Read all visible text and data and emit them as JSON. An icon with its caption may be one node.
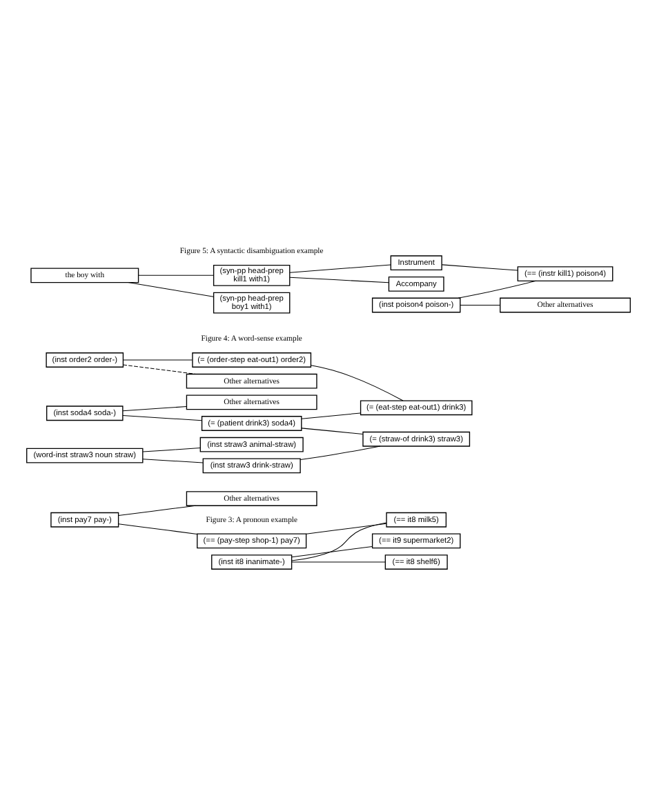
{
  "diagram": {
    "nodes": [
      {
        "text": [
          "(inst pay7 pay-)"
        ]
      },
      {
        "text": [
          "Other alternatives"
        ]
      },
      {
        "text": [
          "(== (pay-step shop-1) pay7)"
        ]
      },
      {
        "text": [
          "(== it8 milk5)"
        ]
      },
      {
        "text": [
          "(inst it8 inanimate-)"
        ]
      },
      {
        "text": [
          "(== it8 shelf6)"
        ]
      },
      {
        "text": [
          "(== it9 supermarket2)"
        ]
      },
      {
        "text": [
          "(inst order2 order-)"
        ]
      },
      {
        "text": [
          "Other alternatives"
        ]
      },
      {
        "text": [
          "(= (order-step eat-out1) order2)"
        ]
      },
      {
        "text": [
          "(= (eat-step eat-out1) drink3)"
        ]
      },
      {
        "text": [
          "(inst soda4 soda-)"
        ]
      },
      {
        "text": [
          "(= (patient drink3) soda4)"
        ]
      },
      {
        "text": [
          "Other alternatives"
        ]
      },
      {
        "text": [
          "(word-inst straw3 noun straw)"
        ]
      },
      {
        "text": [
          "(inst straw3 drink-straw)"
        ]
      },
      {
        "text": [
          "(= (straw-of drink3) straw3)"
        ]
      },
      {
        "text": [
          "(inst straw3 animal-straw)"
        ]
      },
      {
        "text": [
          "the boy with"
        ]
      },
      {
        "text": [
          "(syn-pp head-prep boy1 with1)"
        ]
      },
      {
        "text": [
          "(syn-pp head-prep kill1 with1)"
        ]
      },
      {
        "text": [
          "Accompany"
        ]
      },
      {
        "text": [
          "Instrument"
        ]
      },
      {
        "text": [
          "(== (instr kill1) poison4)"
        ]
      },
      {
        "text": [
          "(inst poison4 poison-)"
        ]
      },
      {
        "text": [
          "Other alternatives"
        ]
      }
    ],
    "edges": [
      {
        "from": 0,
        "to": 1,
        "arrow": "none"
      },
      {
        "from": 0,
        "to": 2,
        "arrow": "none"
      },
      {
        "from": 2,
        "to": 3,
        "arrow": "none"
      },
      {
        "from": 4,
        "to": 3,
        "arrow": "none"
      },
      {
        "from": 4,
        "to": 5,
        "arrow": "none"
      },
      {
        "from": 4,
        "to": 6,
        "arrow": "none"
      },
      {
        "from": 7,
        "to": 8,
        "arrow": "none",
        "style": "dashed"
      },
      {
        "from": 7,
        "to": 9,
        "arrow": "none"
      },
      {
        "from": 9,
        "to": 10,
        "arrow": "none"
      },
      {
        "from": 12,
        "to": 10,
        "arrow": "none"
      },
      {
        "from": 11,
        "to": 12,
        "arrow": "none"
      },
      {
        "from": 11,
        "to": 13,
        "arrow": "none"
      },
      {
        "from": 12,
        "to": 16,
        "arrow": "none"
      },
      {
        "from": 14,
        "to": 15,
        "arrow": "none"
      },
      {
        "from": 15,
        "to": 16,
        "arrow": "none"
      },
      {
        "from": 14,
        "to": 17,
        "arrow": "none"
      },
      {
        "from": 18,
        "to": 19,
        "arrow": "none"
      },
      {
        "from": 18,
        "to": 20,
        "arrow": "none"
      },
      {
        "from": 20,
        "to": 21,
        "arrow": "none"
      },
      {
        "from": 20,
        "to": 22,
        "arrow": "none"
      },
      {
        "from": 22,
        "to": 23,
        "arrow": "none"
      },
      {
        "from": 24,
        "to": 23,
        "arrow": "none"
      },
      {
        "from": 24,
        "to": 25,
        "arrow": "none"
      }
    ],
    "labels": [
      "Figure 3: A pronoun example",
      "Figure 4: A word-sense example",
      "Figure 5: A syntactic disambiguation example"
    ]
  }
}
